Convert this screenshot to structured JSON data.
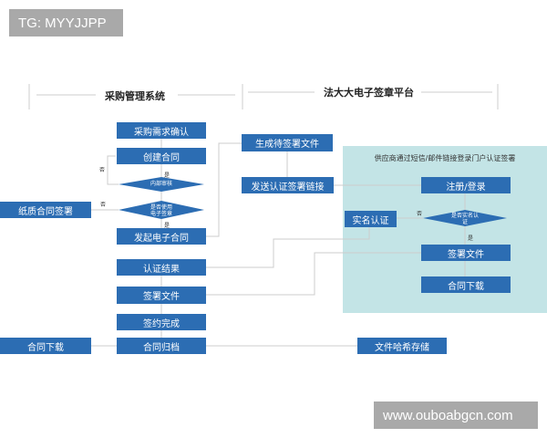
{
  "watermark_top": "TG: MYYJJPP",
  "watermark_bottom": "www.ouboabgcn.com",
  "header": {
    "left_title": "采购管理系统",
    "right_title": "法大大电子签章平台"
  },
  "panel_title": "供应商通过短信/邮件链接登录门户认证签署",
  "left_flow": {
    "step1": "采购需求确认",
    "step2": "创建合同",
    "decision1": "内部审核",
    "decision2": "是否使用\n电子签章",
    "step3": "发起电子合同",
    "step4": "认证结果",
    "step5": "签署文件",
    "step6": "签约完成",
    "step7": "合同归档"
  },
  "side_left": {
    "paper": "纸质合同签署",
    "download": "合同下载"
  },
  "platform": {
    "gen": "生成待签署文件",
    "send": "发送认证签署链接",
    "archive": "文件哈希存储"
  },
  "supplier": {
    "register": "注册/登录",
    "realname": "实名认证",
    "decision": "是否实名认\n证",
    "sign": "签署文件",
    "download": "合同下载"
  },
  "labels": {
    "no": "否",
    "yes": "是"
  }
}
